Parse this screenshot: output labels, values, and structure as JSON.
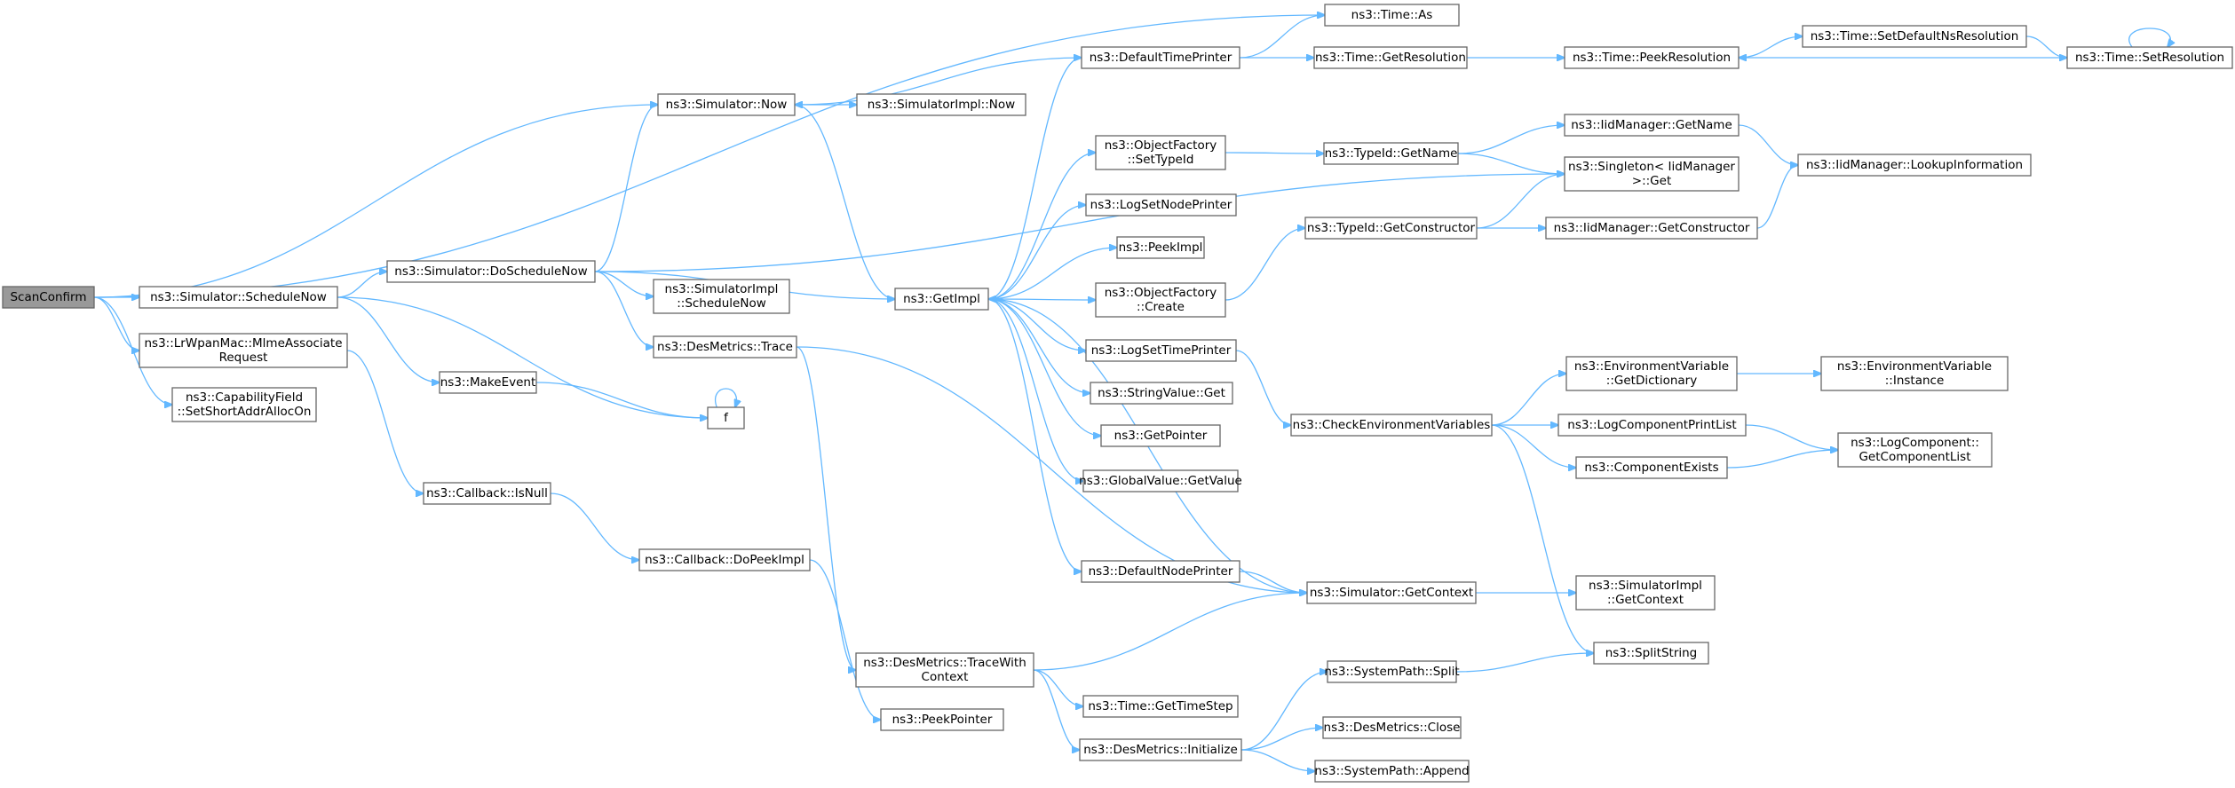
{
  "colors": {
    "edge": "#63b8ff",
    "node_border": "#666666",
    "root_fill": "#999999",
    "node_fill": "#ffffff",
    "text": "#000000"
  },
  "nodes": [
    {
      "id": "scanconfirm",
      "lines": [
        "ScanConfirm"
      ],
      "root": true
    },
    {
      "id": "schedulenow",
      "lines": [
        "ns3::Simulator::ScheduleNow"
      ]
    },
    {
      "id": "mlme",
      "lines": [
        "ns3::LrWpanMac::MlmeAssociate",
        "Request"
      ]
    },
    {
      "id": "capfield",
      "lines": [
        "ns3::CapabilityField",
        "::SetShortAddrAllocOn"
      ]
    },
    {
      "id": "doschedulenow",
      "lines": [
        "ns3::Simulator::DoScheduleNow"
      ]
    },
    {
      "id": "simnow",
      "lines": [
        "ns3::Simulator::Now"
      ]
    },
    {
      "id": "makeevent",
      "lines": [
        "ns3::MakeEvent"
      ]
    },
    {
      "id": "f",
      "lines": [
        "f"
      ]
    },
    {
      "id": "isnull",
      "lines": [
        "ns3::Callback::IsNull"
      ]
    },
    {
      "id": "dopeekimpl",
      "lines": [
        "ns3::Callback::DoPeekImpl"
      ]
    },
    {
      "id": "simimplnow",
      "lines": [
        "ns3::SimulatorImpl::Now"
      ]
    },
    {
      "id": "simimplschedulenow",
      "lines": [
        "ns3::SimulatorImpl",
        "::ScheduleNow"
      ]
    },
    {
      "id": "desmetricstrace",
      "lines": [
        "ns3::DesMetrics::Trace"
      ]
    },
    {
      "id": "getimpl",
      "lines": [
        "ns3::GetImpl"
      ]
    },
    {
      "id": "tracewithcontext",
      "lines": [
        "ns3::DesMetrics::TraceWith",
        "Context"
      ]
    },
    {
      "id": "peekpointer",
      "lines": [
        "ns3::PeekPointer"
      ]
    },
    {
      "id": "defaulttimeprinter",
      "lines": [
        "ns3::DefaultTimePrinter"
      ]
    },
    {
      "id": "objfactorysettypeid",
      "lines": [
        "ns3::ObjectFactory",
        "::SetTypeId"
      ]
    },
    {
      "id": "logsetnodeprinter",
      "lines": [
        "ns3::LogSetNodePrinter"
      ]
    },
    {
      "id": "peekimpl",
      "lines": [
        "ns3::PeekImpl"
      ]
    },
    {
      "id": "objfactorycreate",
      "lines": [
        "ns3::ObjectFactory",
        "::Create"
      ]
    },
    {
      "id": "logsettimeprinter",
      "lines": [
        "ns3::LogSetTimePrinter"
      ]
    },
    {
      "id": "stringvalueget",
      "lines": [
        "ns3::StringValue::Get"
      ]
    },
    {
      "id": "getpointer",
      "lines": [
        "ns3::GetPointer"
      ]
    },
    {
      "id": "globalvaluegetvalue",
      "lines": [
        "ns3::GlobalValue::GetValue"
      ]
    },
    {
      "id": "defaultnodeprinter",
      "lines": [
        "ns3::DefaultNodePrinter"
      ]
    },
    {
      "id": "timegettimestep",
      "lines": [
        "ns3::Time::GetTimeStep"
      ]
    },
    {
      "id": "desmetricsinit",
      "lines": [
        "ns3::DesMetrics::Initialize"
      ]
    },
    {
      "id": "timeas",
      "lines": [
        "ns3::Time::As"
      ]
    },
    {
      "id": "timegetresolution",
      "lines": [
        "ns3::Time::GetResolution"
      ]
    },
    {
      "id": "typeidgetname",
      "lines": [
        "ns3::TypeId::GetName"
      ]
    },
    {
      "id": "typeidgetconstructor",
      "lines": [
        "ns3::TypeId::GetConstructor"
      ]
    },
    {
      "id": "checkenv",
      "lines": [
        "ns3::CheckEnvironmentVariables"
      ]
    },
    {
      "id": "simgetcontext",
      "lines": [
        "ns3::Simulator::GetContext"
      ]
    },
    {
      "id": "systempathsplit",
      "lines": [
        "ns3::SystemPath::Split"
      ]
    },
    {
      "id": "desmetricsclose",
      "lines": [
        "ns3::DesMetrics::Close"
      ]
    },
    {
      "id": "systempathappend",
      "lines": [
        "ns3::SystemPath::Append"
      ]
    },
    {
      "id": "timepeekresolution",
      "lines": [
        "ns3::Time::PeekResolution"
      ]
    },
    {
      "id": "iidgetname",
      "lines": [
        "ns3::IidManager::GetName"
      ]
    },
    {
      "id": "singletonget",
      "lines": [
        "ns3::Singleton< IidManager",
        " >::Get"
      ]
    },
    {
      "id": "iidgetconstructor",
      "lines": [
        "ns3::IidManager::GetConstructor"
      ]
    },
    {
      "id": "envgetdictionary",
      "lines": [
        "ns3::EnvironmentVariable",
        "::GetDictionary"
      ]
    },
    {
      "id": "logcompprintlist",
      "lines": [
        "ns3::LogComponentPrintList"
      ]
    },
    {
      "id": "componentexists",
      "lines": [
        "ns3::ComponentExists"
      ]
    },
    {
      "id": "simimplgetcontext",
      "lines": [
        "ns3::SimulatorImpl",
        "::GetContext"
      ]
    },
    {
      "id": "splitstring",
      "lines": [
        "ns3::SplitString"
      ]
    },
    {
      "id": "timesetdefaultns",
      "lines": [
        "ns3::Time::SetDefaultNsResolution"
      ]
    },
    {
      "id": "iidlookupinfo",
      "lines": [
        "ns3::IidManager::LookupInformation"
      ]
    },
    {
      "id": "envinstance",
      "lines": [
        "ns3::EnvironmentVariable",
        "::Instance"
      ]
    },
    {
      "id": "logcompgetlist",
      "lines": [
        "ns3::LogComponent::",
        "GetComponentList"
      ]
    },
    {
      "id": "timesetresolution",
      "lines": [
        "ns3::Time::SetResolution"
      ]
    }
  ],
  "edges": [
    [
      "scanconfirm",
      "timeas"
    ],
    [
      "scanconfirm",
      "simnow"
    ],
    [
      "scanconfirm",
      "schedulenow"
    ],
    [
      "scanconfirm",
      "mlme"
    ],
    [
      "scanconfirm",
      "capfield"
    ],
    [
      "schedulenow",
      "doschedulenow"
    ],
    [
      "schedulenow",
      "makeevent"
    ],
    [
      "schedulenow",
      "f"
    ],
    [
      "mlme",
      "isnull"
    ],
    [
      "doschedulenow",
      "simnow"
    ],
    [
      "doschedulenow",
      "singletonget"
    ],
    [
      "doschedulenow",
      "getimpl"
    ],
    [
      "doschedulenow",
      "simimplschedulenow"
    ],
    [
      "doschedulenow",
      "desmetricstrace"
    ],
    [
      "simnow",
      "simimplnow"
    ],
    [
      "simnow",
      "getimpl"
    ],
    [
      "makeevent",
      "f"
    ],
    [
      "f",
      "f"
    ],
    [
      "isnull",
      "dopeekimpl"
    ],
    [
      "dopeekimpl",
      "peekpointer"
    ],
    [
      "desmetricstrace",
      "simgetcontext"
    ],
    [
      "desmetricstrace",
      "tracewithcontext"
    ],
    [
      "getimpl",
      "defaulttimeprinter"
    ],
    [
      "getimpl",
      "objfactorysettypeid"
    ],
    [
      "getimpl",
      "logsetnodeprinter"
    ],
    [
      "getimpl",
      "peekimpl"
    ],
    [
      "getimpl",
      "objfactorycreate"
    ],
    [
      "getimpl",
      "logsettimeprinter"
    ],
    [
      "getimpl",
      "stringvalueget"
    ],
    [
      "getimpl",
      "getpointer"
    ],
    [
      "getimpl",
      "globalvaluegetvalue"
    ],
    [
      "getimpl",
      "defaultnodeprinter"
    ],
    [
      "tracewithcontext",
      "simgetcontext"
    ],
    [
      "tracewithcontext",
      "timegettimestep"
    ],
    [
      "tracewithcontext",
      "desmetricsinit"
    ],
    [
      "defaulttimeprinter",
      "simnow"
    ],
    [
      "defaulttimeprinter",
      "timeas"
    ],
    [
      "defaulttimeprinter",
      "timegetresolution"
    ],
    [
      "objfactorysettypeid",
      "typeidgetname"
    ],
    [
      "objfactorycreate",
      "typeidgetconstructor"
    ],
    [
      "logsettimeprinter",
      "checkenv"
    ],
    [
      "defaultnodeprinter",
      "simgetcontext"
    ],
    [
      "simgetcontext",
      "getimpl"
    ],
    [
      "simgetcontext",
      "simimplgetcontext"
    ],
    [
      "desmetricsinit",
      "systempathsplit"
    ],
    [
      "desmetricsinit",
      "desmetricsclose"
    ],
    [
      "desmetricsinit",
      "systempathappend"
    ],
    [
      "timegetresolution",
      "timepeekresolution"
    ],
    [
      "typeidgetname",
      "iidgetname"
    ],
    [
      "typeidgetname",
      "singletonget"
    ],
    [
      "typeidgetconstructor",
      "singletonget"
    ],
    [
      "typeidgetconstructor",
      "iidgetconstructor"
    ],
    [
      "checkenv",
      "envgetdictionary"
    ],
    [
      "checkenv",
      "logcompprintlist"
    ],
    [
      "checkenv",
      "componentexists"
    ],
    [
      "checkenv",
      "splitstring"
    ],
    [
      "systempathsplit",
      "splitstring"
    ],
    [
      "timepeekresolution",
      "timesetdefaultns"
    ],
    [
      "iidgetname",
      "iidlookupinfo"
    ],
    [
      "iidgetconstructor",
      "iidlookupinfo"
    ],
    [
      "envgetdictionary",
      "envinstance"
    ],
    [
      "logcompprintlist",
      "logcompgetlist"
    ],
    [
      "componentexists",
      "logcompgetlist"
    ],
    [
      "timesetdefaultns",
      "timesetresolution"
    ],
    [
      "timesetresolution",
      "timepeekresolution"
    ],
    [
      "timesetresolution",
      "timesetresolution"
    ]
  ]
}
